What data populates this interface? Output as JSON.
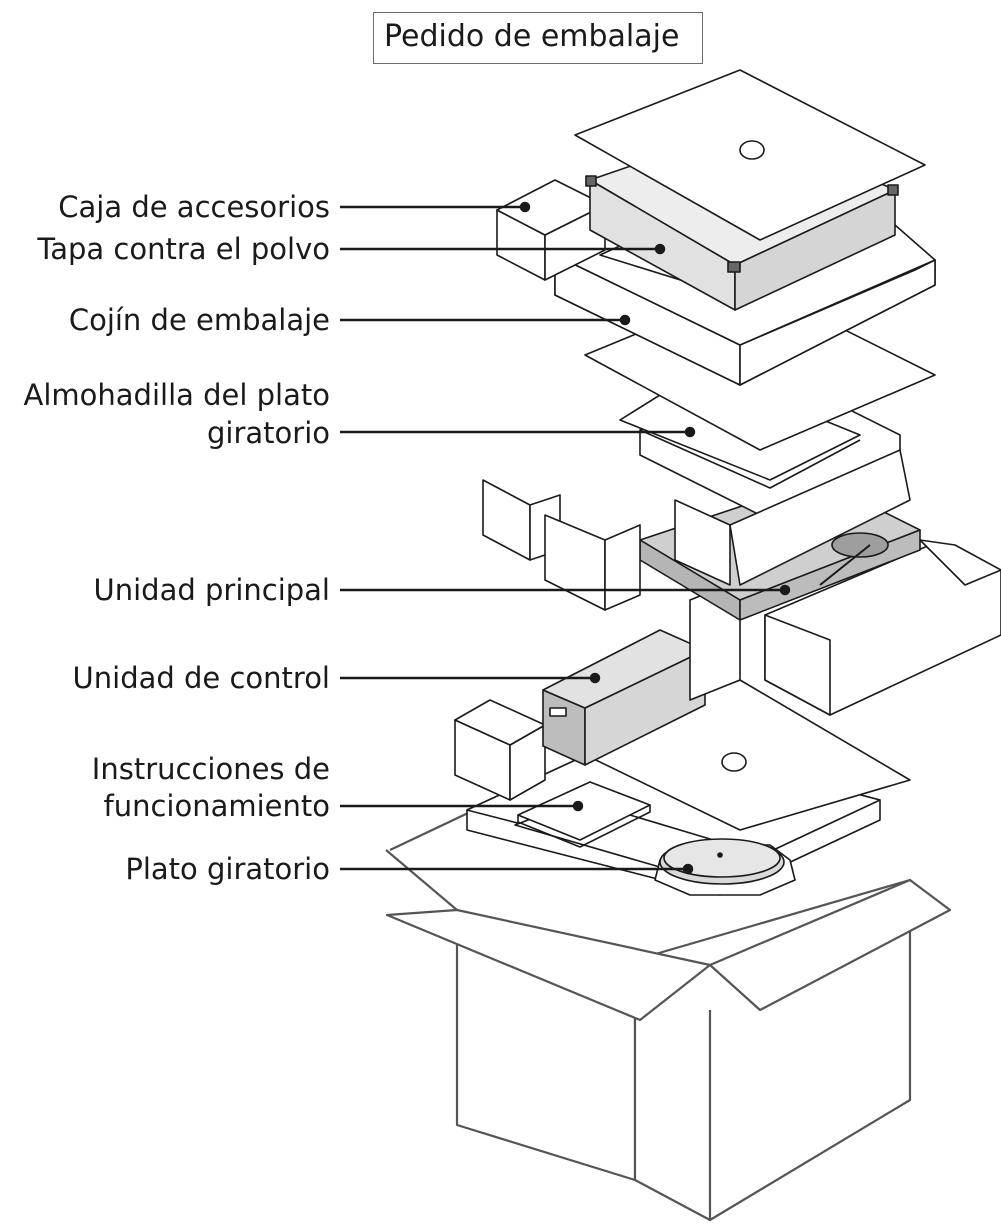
{
  "title": "Pedido de embalaje",
  "callouts": [
    {
      "id": "accessory-box",
      "lines": [
        "Caja de accesorios"
      ]
    },
    {
      "id": "dust-cover",
      "lines": [
        "Tapa contra el polvo"
      ]
    },
    {
      "id": "packing-cushion",
      "lines": [
        "Cojín de embalaje"
      ]
    },
    {
      "id": "turntable-pad",
      "lines": [
        "Almohadilla del plato",
        "giratorio"
      ]
    },
    {
      "id": "main-unit",
      "lines": [
        "Unidad principal"
      ]
    },
    {
      "id": "control-unit",
      "lines": [
        "Unidad de control"
      ]
    },
    {
      "id": "operating-instructions",
      "lines": [
        "Instrucciones de",
        "funcionamiento"
      ]
    },
    {
      "id": "platter",
      "lines": [
        "Plato giratorio"
      ]
    }
  ],
  "colors": {
    "line": "#1a1a1a",
    "box_edge": "#555555",
    "part_gray": "#cfcfcf",
    "dark_gray": "#8a8a8a"
  }
}
